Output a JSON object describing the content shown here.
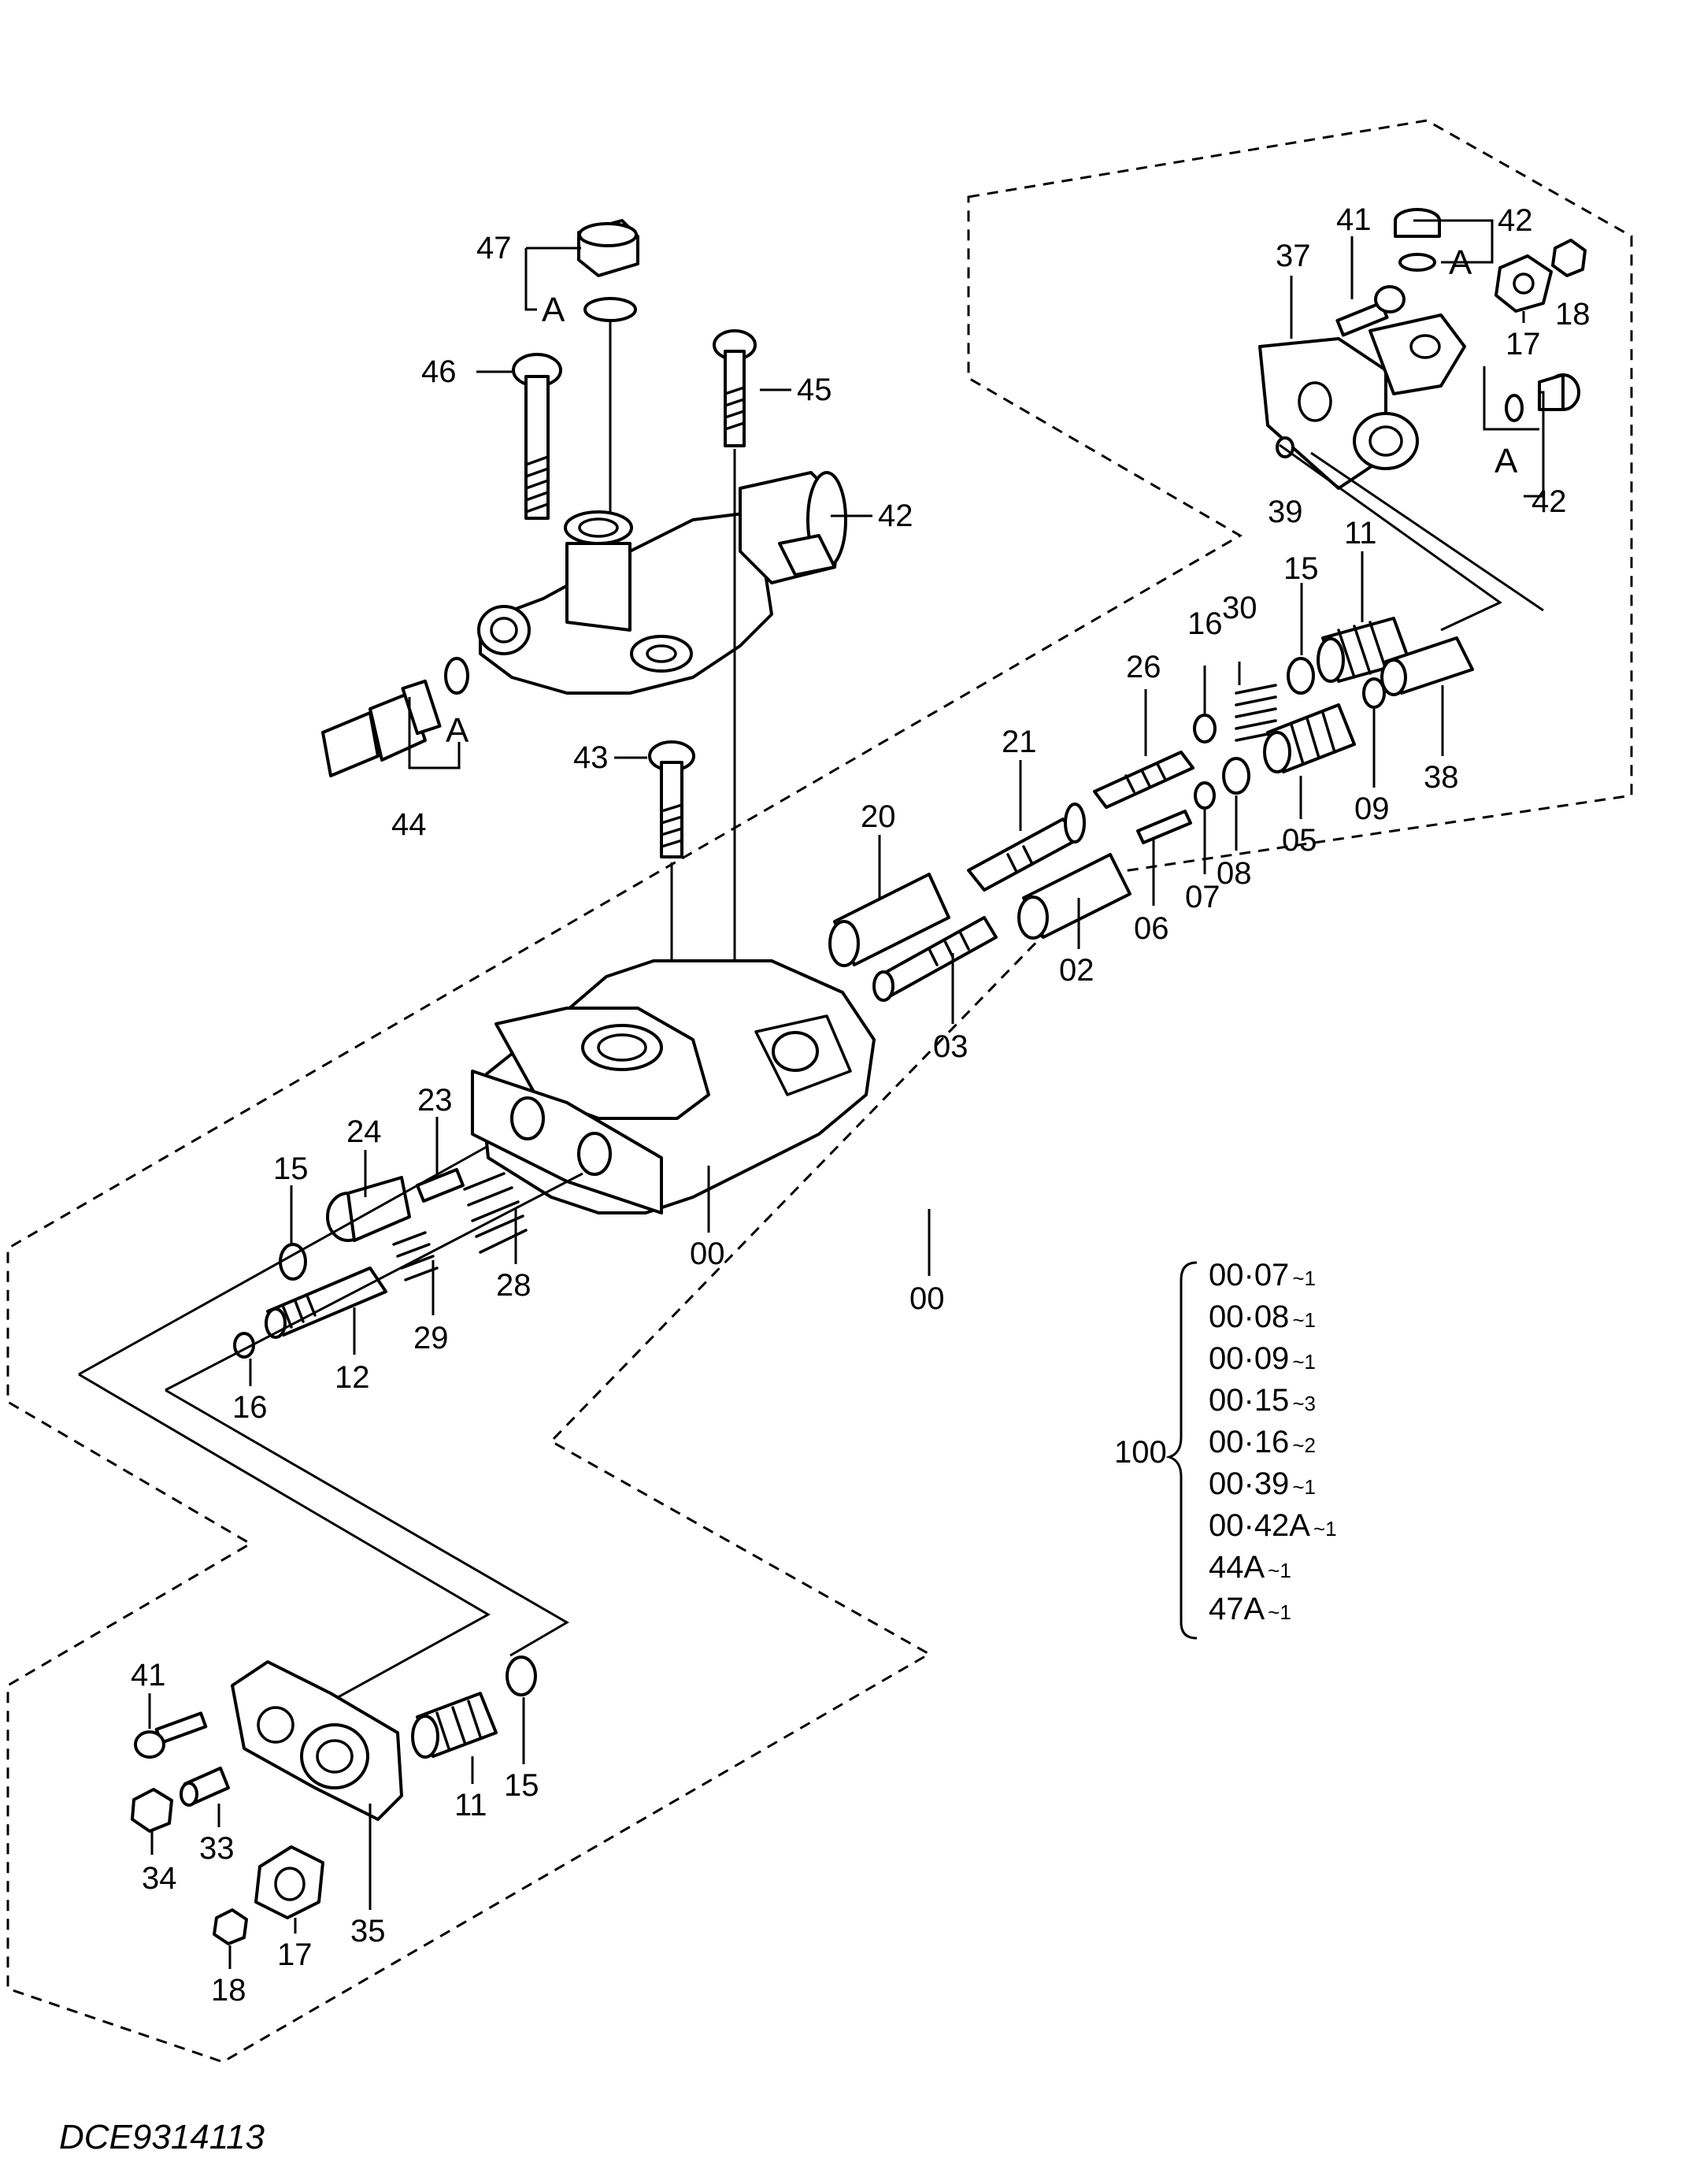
{
  "drawing_code": "DCE9314113",
  "callouts": {
    "c47": "47",
    "c47A": "A",
    "c46": "46",
    "c45": "45",
    "c42_solenoid": "42",
    "c44": "44",
    "c44A": "A",
    "c43": "43",
    "c41_top": "41",
    "c42_top": "42",
    "c42_topA": "A",
    "c37": "37",
    "c18_top": "18",
    "c17_top": "17",
    "c39": "39",
    "c42_right": "42",
    "c42_rightA": "A",
    "c11_top": "11",
    "c15_top": "15",
    "c30": "30",
    "c16_top": "16",
    "c26": "26",
    "c21": "21",
    "c20": "20",
    "c38": "38",
    "c09": "09",
    "c05": "05",
    "c08": "08",
    "c07": "07",
    "c06": "06",
    "c02": "02",
    "c03": "03",
    "c00_body": "00",
    "c00_assy": "00",
    "c23": "23",
    "c24": "24",
    "c15_left": "15",
    "c12": "12",
    "c16_left": "16",
    "c29": "29",
    "c28": "28",
    "c41_bottom": "41",
    "c33": "33",
    "c34": "34",
    "c35": "35",
    "c11_bottom": "11",
    "c15_bottom": "15",
    "c17_bottom": "17",
    "c18_bottom": "18"
  },
  "kit": {
    "number": "100",
    "items": [
      {
        "part": "00·07",
        "qty": "~1"
      },
      {
        "part": "00·08",
        "qty": "~1"
      },
      {
        "part": "00·09",
        "qty": "~1"
      },
      {
        "part": "00·15",
        "qty": "~3"
      },
      {
        "part": "00·16",
        "qty": "~2"
      },
      {
        "part": "00·39",
        "qty": "~1"
      },
      {
        "part": "00·42A",
        "qty": "~1"
      },
      {
        "part": "44A",
        "qty": "~1"
      },
      {
        "part": "47A",
        "qty": "~1"
      }
    ]
  }
}
